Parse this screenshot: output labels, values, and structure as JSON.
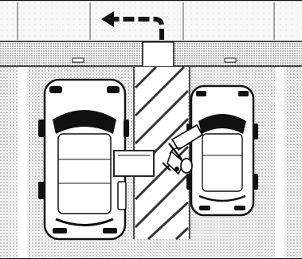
{
  "illustration": {
    "direction_arrow_icon": "left-turn-arrow-icon",
    "scene": [
      "parking-lot",
      "parked-car-left",
      "parked-car-right",
      "wheelchair",
      "access-aisle"
    ]
  },
  "colors": {
    "ink": "#111111",
    "paper": "#ffffff",
    "asphalt_dot": "#6a6a6a",
    "sidewalk": "#f7f7f7"
  }
}
